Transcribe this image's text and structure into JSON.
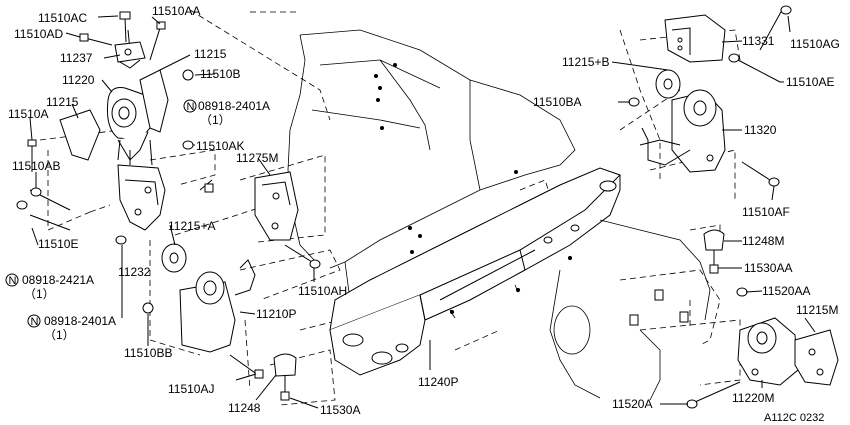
{
  "labels": {
    "l_11510AC": "11510AC",
    "l_11510AA": "11510AA",
    "l_11510AD": "11510AD",
    "l_11237": "11237",
    "l_11215_top": "11215",
    "l_11220": "11220",
    "l_11510B": "11510B",
    "l_11215_left": "11215",
    "l_11510A": "11510A",
    "l_08918_2401A_top": "08918-2401A",
    "l_qty_top": "（1）",
    "l_11510AK": "11510AK",
    "l_11510AB": "11510AB",
    "l_11275M": "11275M",
    "l_11510E": "11510E",
    "l_11215A": "11215+A",
    "l_08918_2421A": "08918-2421A",
    "l_qty_mid": "（1）",
    "l_11232": "11232",
    "l_11510AH": "11510AH",
    "l_08918_2401A_bot": "08918-2401A",
    "l_qty_bot": "（1）",
    "l_11210P": "11210P",
    "l_11510BB": "11510BB",
    "l_11510AJ": "11510AJ",
    "l_11248": "11248",
    "l_11530A": "11530A",
    "l_11240P": "11240P",
    "l_11331": "11331",
    "l_11510AG": "11510AG",
    "l_11215B": "11215+B",
    "l_11510AE": "11510AE",
    "l_11510BA": "11510BA",
    "l_11320": "11320",
    "l_11510AF": "11510AF",
    "l_11248M": "11248M",
    "l_11530AA": "11530AA",
    "l_11520AA": "11520AA",
    "l_11215M": "11215M",
    "l_11220M": "11220M",
    "l_11520A": "11520A",
    "l_code": "A112C 0232"
  },
  "symbols": {
    "n_mark": "N"
  }
}
